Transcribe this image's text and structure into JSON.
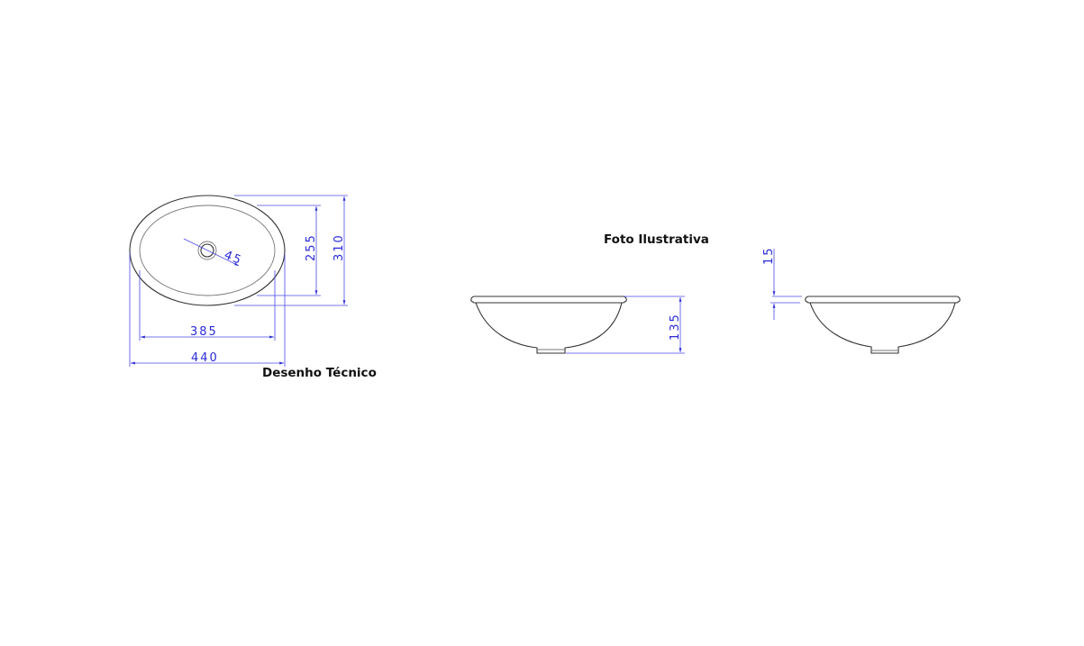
{
  "captions": {
    "technical_drawing": "Desenho Técnico",
    "illustrative_photo": "Foto Ilustrativa"
  },
  "dimensions": {
    "outer_width": "440",
    "inner_width": "385",
    "outer_depth": "310",
    "inner_depth": "255",
    "drain_diameter": "45",
    "height": "135",
    "rim_thickness": "15"
  },
  "colors": {
    "dimension": "#2a2ad8",
    "outline": "#333333"
  }
}
